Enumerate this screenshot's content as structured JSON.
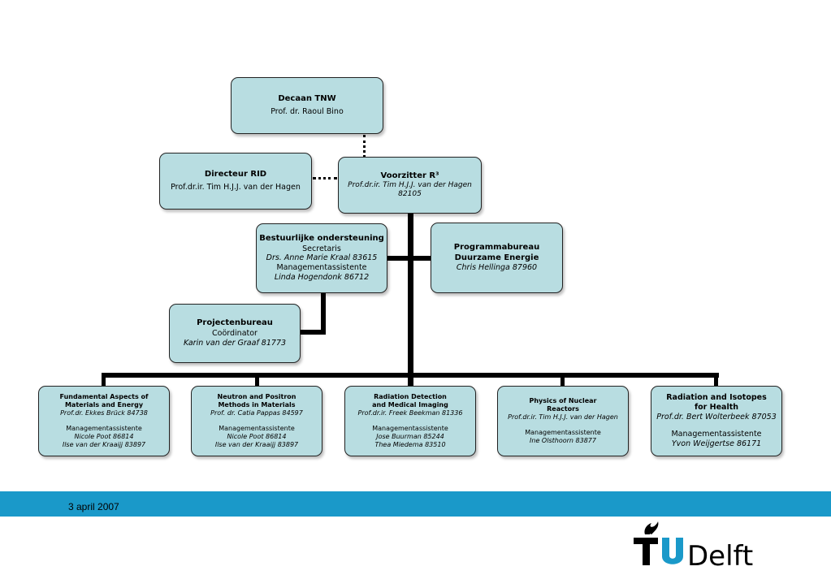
{
  "dean": {
    "title": "Decaan TNW",
    "name": "Prof. dr. Raoul Bino"
  },
  "director": {
    "title": "Directeur RID",
    "name": "Prof.dr.ir. Tim H.J.J. van der Hagen"
  },
  "chair": {
    "title": "Voorzitter R³",
    "name": "Prof.dr.ir. Tim H.J.J. van der Hagen",
    "phone": "82105"
  },
  "admin_support": {
    "title": "Bestuurlijke ondersteuning",
    "role1": "Secretaris",
    "person1": "Drs. Anne Marie Kraal 83615",
    "role2": "Managementassistente",
    "person2": "Linda Hogendonk 86712"
  },
  "program_office": {
    "title_line1": "Programmabureau",
    "title_line2": "Duurzame Energie",
    "person": "Chris Hellinga 87960"
  },
  "project_office": {
    "title": "Projectenbureau",
    "role": "Coördinator",
    "person": "Karin van der Graaf 81773"
  },
  "departments": [
    {
      "title_line1": "Fundamental Aspects of",
      "title_line2": "Materials and Energy",
      "head": "Prof.dr. Ekkes Brück 84738",
      "role": "Managementassistente",
      "assistants": [
        "Nicole Poot 86814",
        "Ilse van der Kraaijj 83897"
      ]
    },
    {
      "title_line1": "Neutron and Positron",
      "title_line2": "Methods in Materials",
      "head": "Prof. dr. Catia Pappas 84597",
      "role": "Managementassistente",
      "assistants": [
        "Nicole Poot 86814",
        "Ilse van der Kraaijj 83897"
      ]
    },
    {
      "title_line1": "Radiation Detection",
      "title_line2": "and Medical Imaging",
      "head": "Prof.dr.ir. Freek Beekman 81336",
      "role": "Managementassistente",
      "assistants": [
        "Jose Buurman 85244",
        "Thea Miedema 83510"
      ]
    },
    {
      "title_line1": "Physics of Nuclear",
      "title_line2": "Reactors",
      "head": "Prof.dr.ir. Tim H.J.J. van der Hagen",
      "role": "Managementassistente",
      "assistants": [
        "Ine Olsthoorn 83877"
      ]
    },
    {
      "title_line1": "Radiation and Isotopes",
      "title_line2": "for Health",
      "head": "Prof.dr. Bert Wolterbeek 87053",
      "role": "Managementassistente",
      "assistants": [
        "Yvon Weijgertse 86171"
      ]
    }
  ],
  "footer": {
    "date": "3 april 2007"
  },
  "logo": {
    "text_tu": "TU",
    "text_delft": "Delft",
    "color": "#1a99c9"
  }
}
